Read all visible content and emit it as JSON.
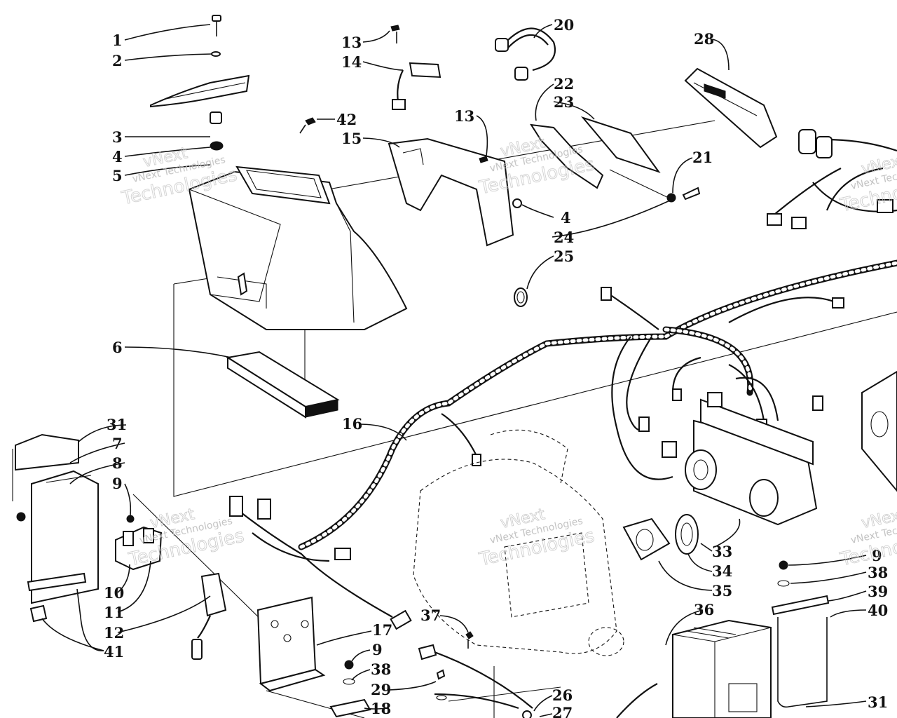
{
  "diagram": {
    "callouts": [
      {
        "id": "c1",
        "text": "1"
      },
      {
        "id": "c2",
        "text": "2"
      },
      {
        "id": "c3",
        "text": "3"
      },
      {
        "id": "c4a",
        "text": "4"
      },
      {
        "id": "c5",
        "text": "5"
      },
      {
        "id": "c6",
        "text": "6"
      },
      {
        "id": "c7",
        "text": "7"
      },
      {
        "id": "c8",
        "text": "8"
      },
      {
        "id": "c9a",
        "text": "9"
      },
      {
        "id": "c10",
        "text": "10"
      },
      {
        "id": "c11",
        "text": "11"
      },
      {
        "id": "c12",
        "text": "12"
      },
      {
        "id": "c13a",
        "text": "13"
      },
      {
        "id": "c14",
        "text": "14"
      },
      {
        "id": "c15",
        "text": "15"
      },
      {
        "id": "c13b",
        "text": "13"
      },
      {
        "id": "c16",
        "text": "16"
      },
      {
        "id": "c17",
        "text": "17"
      },
      {
        "id": "c9b",
        "text": "9"
      },
      {
        "id": "c38a",
        "text": "38"
      },
      {
        "id": "c29",
        "text": "29"
      },
      {
        "id": "c18",
        "text": "18"
      },
      {
        "id": "c37",
        "text": "37"
      },
      {
        "id": "c20",
        "text": "20"
      },
      {
        "id": "c22",
        "text": "22"
      },
      {
        "id": "c23",
        "text": "23"
      },
      {
        "id": "c21",
        "text": "21"
      },
      {
        "id": "c4b",
        "text": "4"
      },
      {
        "id": "c24",
        "text": "24"
      },
      {
        "id": "c25",
        "text": "25"
      },
      {
        "id": "c28",
        "text": "28"
      },
      {
        "id": "c42",
        "text": "42"
      },
      {
        "id": "c31a",
        "text": "31"
      },
      {
        "id": "c41",
        "text": "41"
      },
      {
        "id": "c33",
        "text": "33"
      },
      {
        "id": "c34",
        "text": "34"
      },
      {
        "id": "c35",
        "text": "35"
      },
      {
        "id": "c36",
        "text": "36"
      },
      {
        "id": "c9c",
        "text": "9"
      },
      {
        "id": "c38b",
        "text": "38"
      },
      {
        "id": "c39",
        "text": "39"
      },
      {
        "id": "c40",
        "text": "40"
      },
      {
        "id": "c31b",
        "text": "31"
      },
      {
        "id": "c26",
        "text": "26"
      },
      {
        "id": "c27",
        "text": "27"
      }
    ],
    "watermark": {
      "line1": "vNext",
      "line2": "vNext Technologies",
      "line3": "Technologies"
    }
  }
}
